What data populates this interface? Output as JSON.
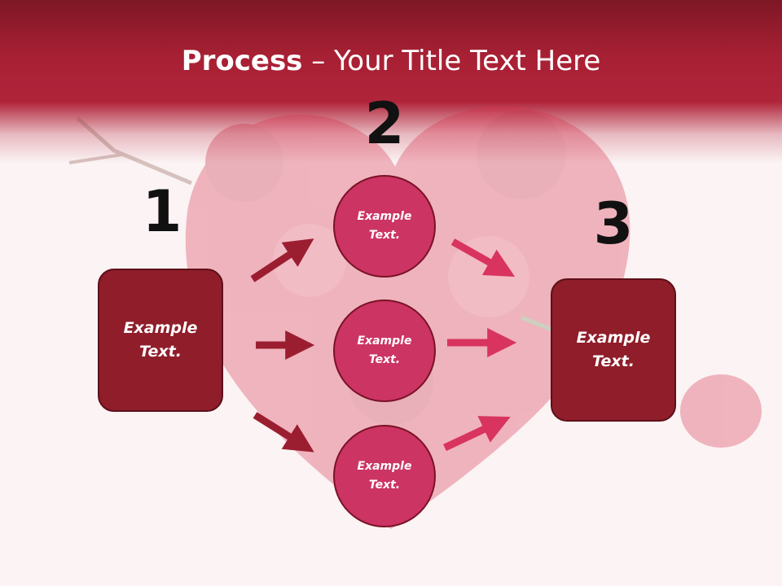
{
  "slide": {
    "title_bold": "Process",
    "title_rest": " – Your Title Text Here"
  },
  "steps": {
    "step1": {
      "number": "1",
      "text": "Example\nText."
    },
    "step2": {
      "number": "2",
      "top": "Example\nText.",
      "middle": "Example\nText.",
      "bottom": "Example\nText."
    },
    "step3": {
      "number": "3",
      "text": "Example\nText."
    }
  },
  "colors": {
    "band_dark": "#7e1725",
    "box_fill": "#8f1d2a",
    "circle_fill": "#cc3464",
    "arrow_dark": "#9b1e30",
    "arrow_pink": "#d8345f"
  }
}
